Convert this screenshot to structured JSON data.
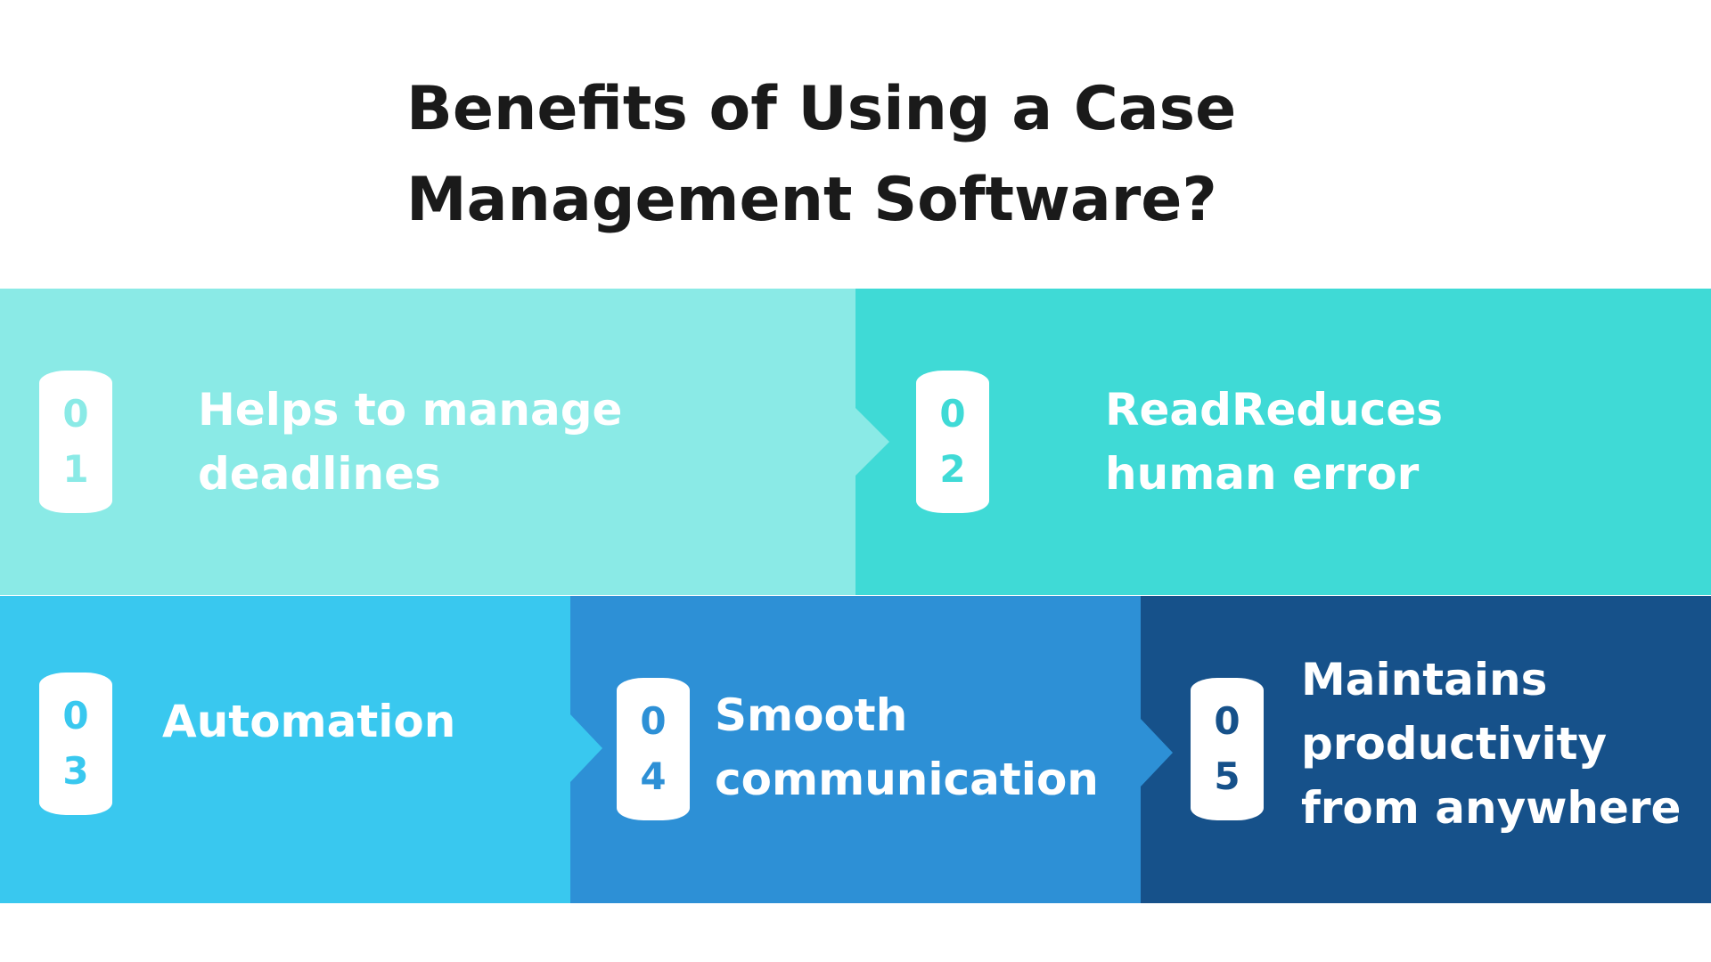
{
  "title": {
    "line1": "Benefits of Using a Case",
    "line2": "Management Software?"
  },
  "colors": {
    "panel_1": "#8aeae6",
    "panel_2": "#3fdad6",
    "panel_3": "#39c8ef",
    "panel_4": "#2d90d6",
    "panel_5": "#16518a",
    "badge_bg": "#ffffff",
    "title_text": "#1a1a1a",
    "label_text": "#ffffff"
  },
  "benefits": [
    {
      "num_top": "0",
      "num_bottom": "1",
      "lines": [
        "Helps to manage",
        "deadlines"
      ]
    },
    {
      "num_top": "0",
      "num_bottom": "2",
      "lines": [
        "ReadReduces",
        "human error"
      ]
    },
    {
      "num_top": "0",
      "num_bottom": "3",
      "lines": [
        "Automation"
      ]
    },
    {
      "num_top": "0",
      "num_bottom": "4",
      "lines": [
        "Smooth",
        "communication"
      ]
    },
    {
      "num_top": "0",
      "num_bottom": "5",
      "lines": [
        "Maintains",
        "productivity",
        "from anywhere"
      ]
    }
  ]
}
